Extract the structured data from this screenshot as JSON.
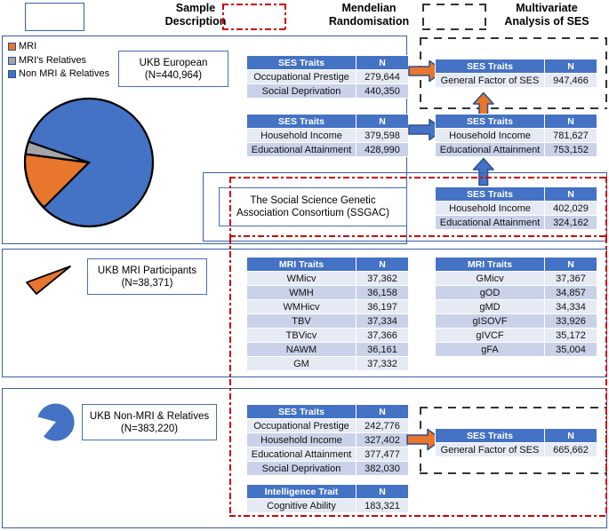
{
  "headings": {
    "sample_description": "Sample\nDescription",
    "sample_description_l1": "Sample",
    "sample_description_l2": "Description",
    "mendelian_l1": "Mendelian",
    "mendelian_l2": "Randomisation",
    "multivariate_l1": "Multivariate",
    "multivariate_l2": "Analysis of SES"
  },
  "legend": {
    "items": [
      {
        "label": "MRI",
        "color": "#E8762C"
      },
      {
        "label": "MRI's Relatives",
        "color": "#A5A5A5"
      },
      {
        "label": "Non MRI & Relatives",
        "color": "#4472C4"
      }
    ]
  },
  "boxes": {
    "ukb_european_l1": "UKB European",
    "ukb_european_l2": "(N=440,964)",
    "ukb_mri_l1": "UKB MRI Participants",
    "ukb_mri_l2": "(N=38,371)",
    "ukb_nonmri_l1": "UKB Non-MRI & Relatives",
    "ukb_nonmri_l2": "(N=383,220)",
    "ssgac_l1": "The Social Science Genetic",
    "ssgac_l2": "Association Consortium (SSGAC)"
  },
  "columns": {
    "trait": "SES Traits",
    "n": "N",
    "mri_trait": "MRI Traits",
    "intelligence": "Intelligence Trait"
  },
  "tables": {
    "euro_ses_a": {
      "headers": [
        "SES Traits",
        "N"
      ],
      "rows": [
        [
          "Occupational Prestige",
          "279,644"
        ],
        [
          "Social Deprivation",
          "440,350"
        ]
      ]
    },
    "euro_ses_b": {
      "headers": [
        "SES Traits",
        "N"
      ],
      "rows": [
        [
          "Household Income",
          "379,598"
        ],
        [
          "Educational Attainment",
          "428,990"
        ]
      ]
    },
    "mv_general_top": {
      "headers": [
        "SES Traits",
        "N"
      ],
      "rows": [
        [
          "General Factor of SES",
          "947,466"
        ]
      ]
    },
    "mv_ses_combined": {
      "headers": [
        "SES Traits",
        "N"
      ],
      "rows": [
        [
          "Household Income",
          "781,627"
        ],
        [
          "Educational Attainment",
          "753,152"
        ]
      ]
    },
    "ssgac_ses": {
      "headers": [
        "SES Traits",
        "N"
      ],
      "rows": [
        [
          "Household Income",
          "402,029"
        ],
        [
          "Educational Attainment",
          "324,162"
        ]
      ]
    },
    "mri_left": {
      "headers": [
        "MRI Traits",
        "N"
      ],
      "rows": [
        [
          "WMicv",
          "37,362"
        ],
        [
          "WMH",
          "36,158"
        ],
        [
          "WMHicv",
          "36,197"
        ],
        [
          "TBV",
          "37,334"
        ],
        [
          "TBVicv",
          "37,366"
        ],
        [
          "NAWM",
          "36,161"
        ],
        [
          "GM",
          "37,332"
        ]
      ]
    },
    "mri_right": {
      "headers": [
        "MRI Traits",
        "N"
      ],
      "rows": [
        [
          "GMicv",
          "37,367"
        ],
        [
          "gOD",
          "34,857"
        ],
        [
          "gMD",
          "34,334"
        ],
        [
          "gISOVF",
          "33,926"
        ],
        [
          "gIVCF",
          "35,172"
        ],
        [
          "gFA",
          "35,004"
        ]
      ]
    },
    "nonmri_ses": {
      "headers": [
        "SES Traits",
        "N"
      ],
      "rows": [
        [
          "Occupational Prestige",
          "242,776"
        ],
        [
          "Household Income",
          "327,402"
        ],
        [
          "Educational Attainment",
          "377,477"
        ],
        [
          "Social Deprivation",
          "382,030"
        ]
      ]
    },
    "nonmri_intelligence": {
      "headers": [
        "Intelligence Trait",
        "N"
      ],
      "rows": [
        [
          "Cognitive Ability",
          "183,321"
        ]
      ]
    },
    "mv_general_bottom": {
      "headers": [
        "SES Traits",
        "N"
      ],
      "rows": [
        [
          "General Factor of SES",
          "665,662"
        ]
      ]
    }
  },
  "chart_data": {
    "type": "pie",
    "title": "UKB European sample composition",
    "categories": [
      "MRI",
      "MRI's Relatives",
      "Non MRI & Relatives"
    ],
    "values": [
      38371,
      19373,
      383220
    ],
    "percentages": [
      8.7,
      4.4,
      86.9
    ],
    "colors": [
      "#E8762C",
      "#A5A5A5",
      "#4472C4"
    ],
    "legend_position": "top-left",
    "sub_charts": [
      {
        "type": "pie",
        "title": "UKB MRI Participants",
        "categories": [
          "MRI"
        ],
        "values": [
          38371
        ],
        "percentages": [
          8.7
        ],
        "colors": [
          "#E8762C"
        ]
      },
      {
        "type": "pie",
        "title": "UKB Non-MRI & Relatives",
        "categories": [
          "Non MRI & Relatives"
        ],
        "values": [
          383220
        ],
        "percentages": [
          86.9
        ],
        "colors": [
          "#4472C4"
        ]
      }
    ]
  },
  "colors": {
    "table_header": "#4472C4",
    "row_dark": "#C9D2E8",
    "row_light": "#E6EAF4",
    "panel_border": "#3B5EA0",
    "arrow_orange": "#E8762C",
    "arrow_blue": "#4472C4",
    "red_dash": "#CC0000"
  }
}
